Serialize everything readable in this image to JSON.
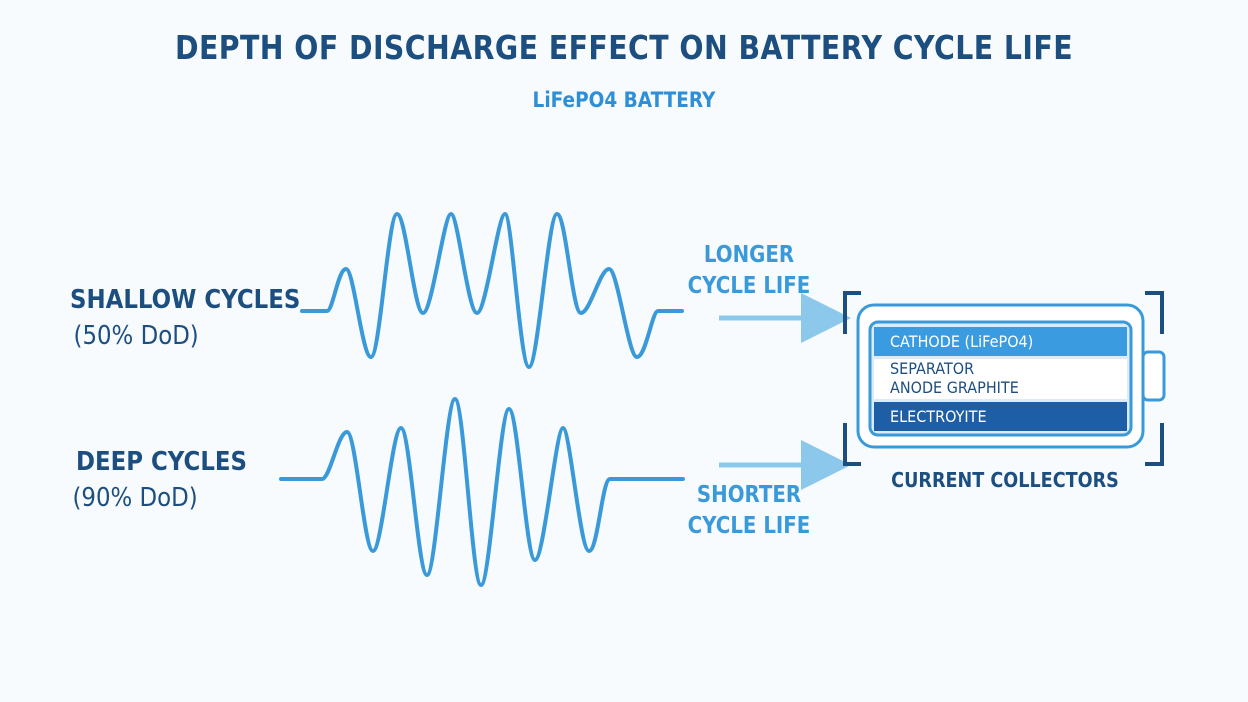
{
  "title": "DEPTH OF DISCHARGE EFFECT ON BATTERY CYCLE LIFE",
  "subtitle": "LiFePO4 BATTERY",
  "shallow": {
    "label": "SHALLOW CYCLES",
    "dod": "(50% DoD)"
  },
  "deep": {
    "label": "DEEP CYCLES",
    "dod": "(90% DoD)"
  },
  "longer": {
    "line1": "LONGER",
    "line2": "CYCLE LIFE"
  },
  "shorter": {
    "line1": "SHORTER",
    "line2": "CYCLE LIFE"
  },
  "battery": {
    "cathode": "CATHODE (LiFePO4)",
    "separator": "SEPARATOR",
    "anode": "ANODE GRAPHITE",
    "electrolyte": "ELECTROYITE",
    "collectors": "CURRENT COLLECTORS"
  },
  "colors": {
    "dark_blue": "#1c4e80",
    "mid_blue": "#2f8fd6",
    "light_blue": "#8cc8ec",
    "cathode": "#3a9be0",
    "electrolyte": "#1e5ea7"
  }
}
